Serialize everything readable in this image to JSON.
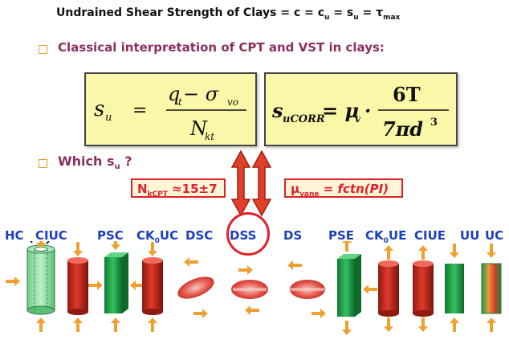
{
  "title": {
    "prefix": "Undrained Shear Strength of Clays = c = c",
    "u1": "u",
    "mid1": " = s",
    "u2": "u",
    "mid2": " = τ",
    "max": "max"
  },
  "bullets": {
    "classical": "Classical interpretation of CPT and VST in clays:",
    "which_prefix": "Which s",
    "which_sub": "u",
    "which_suffix": " ?"
  },
  "equation1": {
    "lhs": "s",
    "lhs_sub": "u",
    "equals": "=",
    "num_q": "q",
    "num_q_sub": "t",
    "num_minus": " − σ",
    "num_sigma_sub": "vo",
    "den_n": "N",
    "den_sub": "kt"
  },
  "equation2": {
    "lhs": "s",
    "lhs_sub": "uCORR",
    "equals": "= μ",
    "mu_sub": "v",
    "dot": "·",
    "num": "6T",
    "den": "7πd",
    "den_exp": "3"
  },
  "tags": {
    "nkcpt_main": "N",
    "nkcpt_sub": "kCPT",
    "nkcpt_value": " ≈15±7",
    "mu_main": "μ",
    "mu_sub": "vane",
    "mu_eq": " = ",
    "mu_value": "fctn(PI)"
  },
  "tests": [
    {
      "main": "HC",
      "sub": ""
    },
    {
      "main": "CIUC",
      "sub": ""
    },
    {
      "main": "PSC",
      "sub": ""
    },
    {
      "main": "CK",
      "sub": "0",
      "tail": "UC"
    },
    {
      "main": "DSC",
      "sub": ""
    },
    {
      "main": "DSS",
      "sub": ""
    },
    {
      "main": "DS",
      "sub": ""
    },
    {
      "main": "PSE",
      "sub": ""
    },
    {
      "main": "CK",
      "sub": "0",
      "tail": "UE"
    },
    {
      "main": "CIUE",
      "sub": ""
    },
    {
      "main": "UU",
      "sub": ""
    },
    {
      "main": "UC",
      "sub": ""
    }
  ],
  "colors": {
    "bullet_text": "#8c2f5e",
    "test_label": "#1c3fbf",
    "arrow_orange": "#f0a030",
    "cylinder_red": "#d42a20",
    "prism_green": "#22a84a",
    "tag_border": "#e0202a",
    "equation_box": "#fbf7a8"
  }
}
